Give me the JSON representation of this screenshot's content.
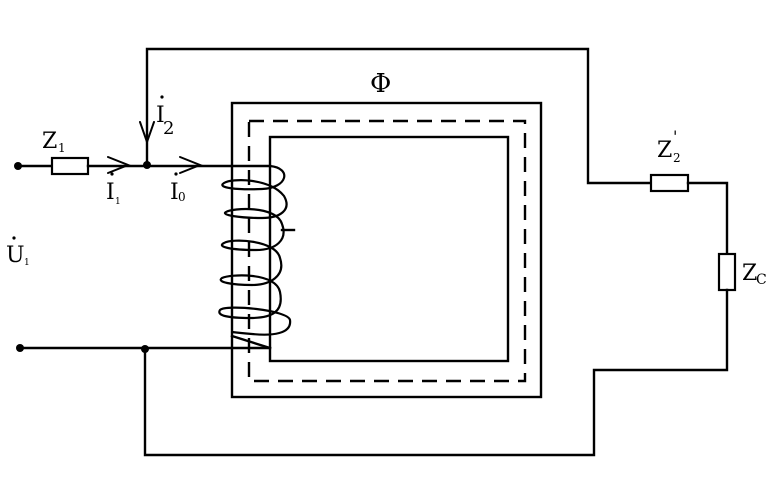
{
  "labels": {
    "phi": "Φ",
    "z1": "Z",
    "z1_sub": "1",
    "i2": "I",
    "i2_sub": "2",
    "i1": "I",
    "i1_sub": "1",
    "i0": "I",
    "i0_sub": "0",
    "u1": "U",
    "u1_sub": "1",
    "z2p": "Z",
    "z2p_prime": "'",
    "z2p_sub": "2",
    "zc": "Z",
    "zc_sub": "C"
  }
}
